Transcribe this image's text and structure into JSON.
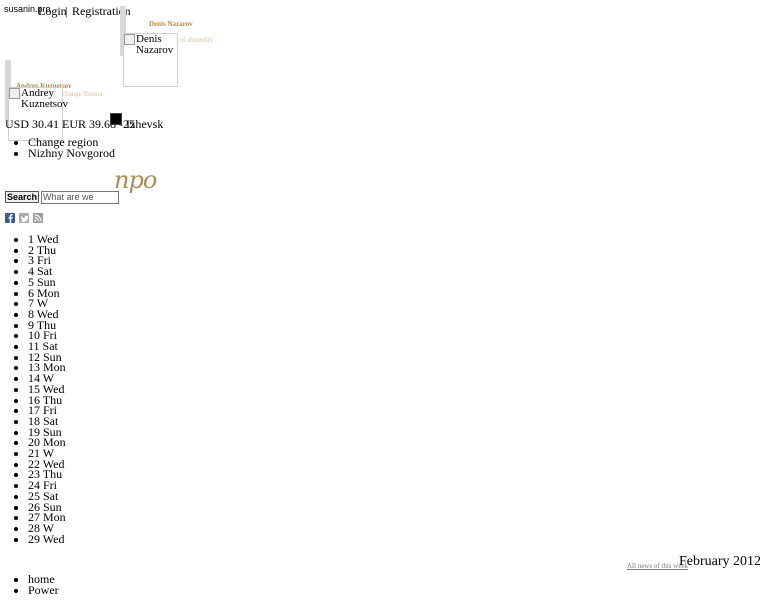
{
  "header": {
    "site_name": "susanin.pro",
    "login_label": "Login",
    "separator": "|",
    "registration_label": "Registration"
  },
  "authors": [
    {
      "name": "Denis Nazarov",
      "note_line1": "...",
      "note_line2": "the point of absurdity",
      "image_alt": "Denis Nazarov"
    },
    {
      "name": "Andrey Kuznetsov",
      "note_line1": "change Russia",
      "image_alt": "Andrey Kuznetsov"
    }
  ],
  "info_bar": {
    "rates": "USD 30.41 EUR 39.68 -25",
    "city": "Izhevsk"
  },
  "region_menu": [
    "Change region",
    "Nizhny Novgorod"
  ],
  "logo_text": "npo",
  "search": {
    "button_label": "Search",
    "placeholder": "What are we looking"
  },
  "social_icons": [
    "facebook-icon",
    "twitter-icon",
    "rss-icon"
  ],
  "calendar_days": [
    "1 Wed",
    "2 Thu",
    "3 Fri",
    "4 Sat",
    "5 Sun",
    "6 Mon",
    "7 W",
    "8 Wed",
    "9 Thu",
    "10 Fri",
    "11 Sat",
    "12 Sun",
    "13 Mon",
    "14 W",
    "15 Wed",
    "16 Thu",
    "17 Fri",
    "18 Sat",
    "19 Sun",
    "20 Mon",
    "21 W",
    "22 Wed",
    "23 Thu",
    "24 Fri",
    "25 Sat",
    "26 Sun",
    "27 Mon",
    "28 W",
    "29 Wed"
  ],
  "news": {
    "all_news_link": "All news of this week",
    "month_label": "February 2012"
  },
  "nav_menu": [
    "home",
    "Power"
  ],
  "colors": {
    "logo": "#a98d56",
    "author_name": "#b08a50",
    "author_note": "#d2c3a6",
    "facebook": "#3b5998"
  }
}
